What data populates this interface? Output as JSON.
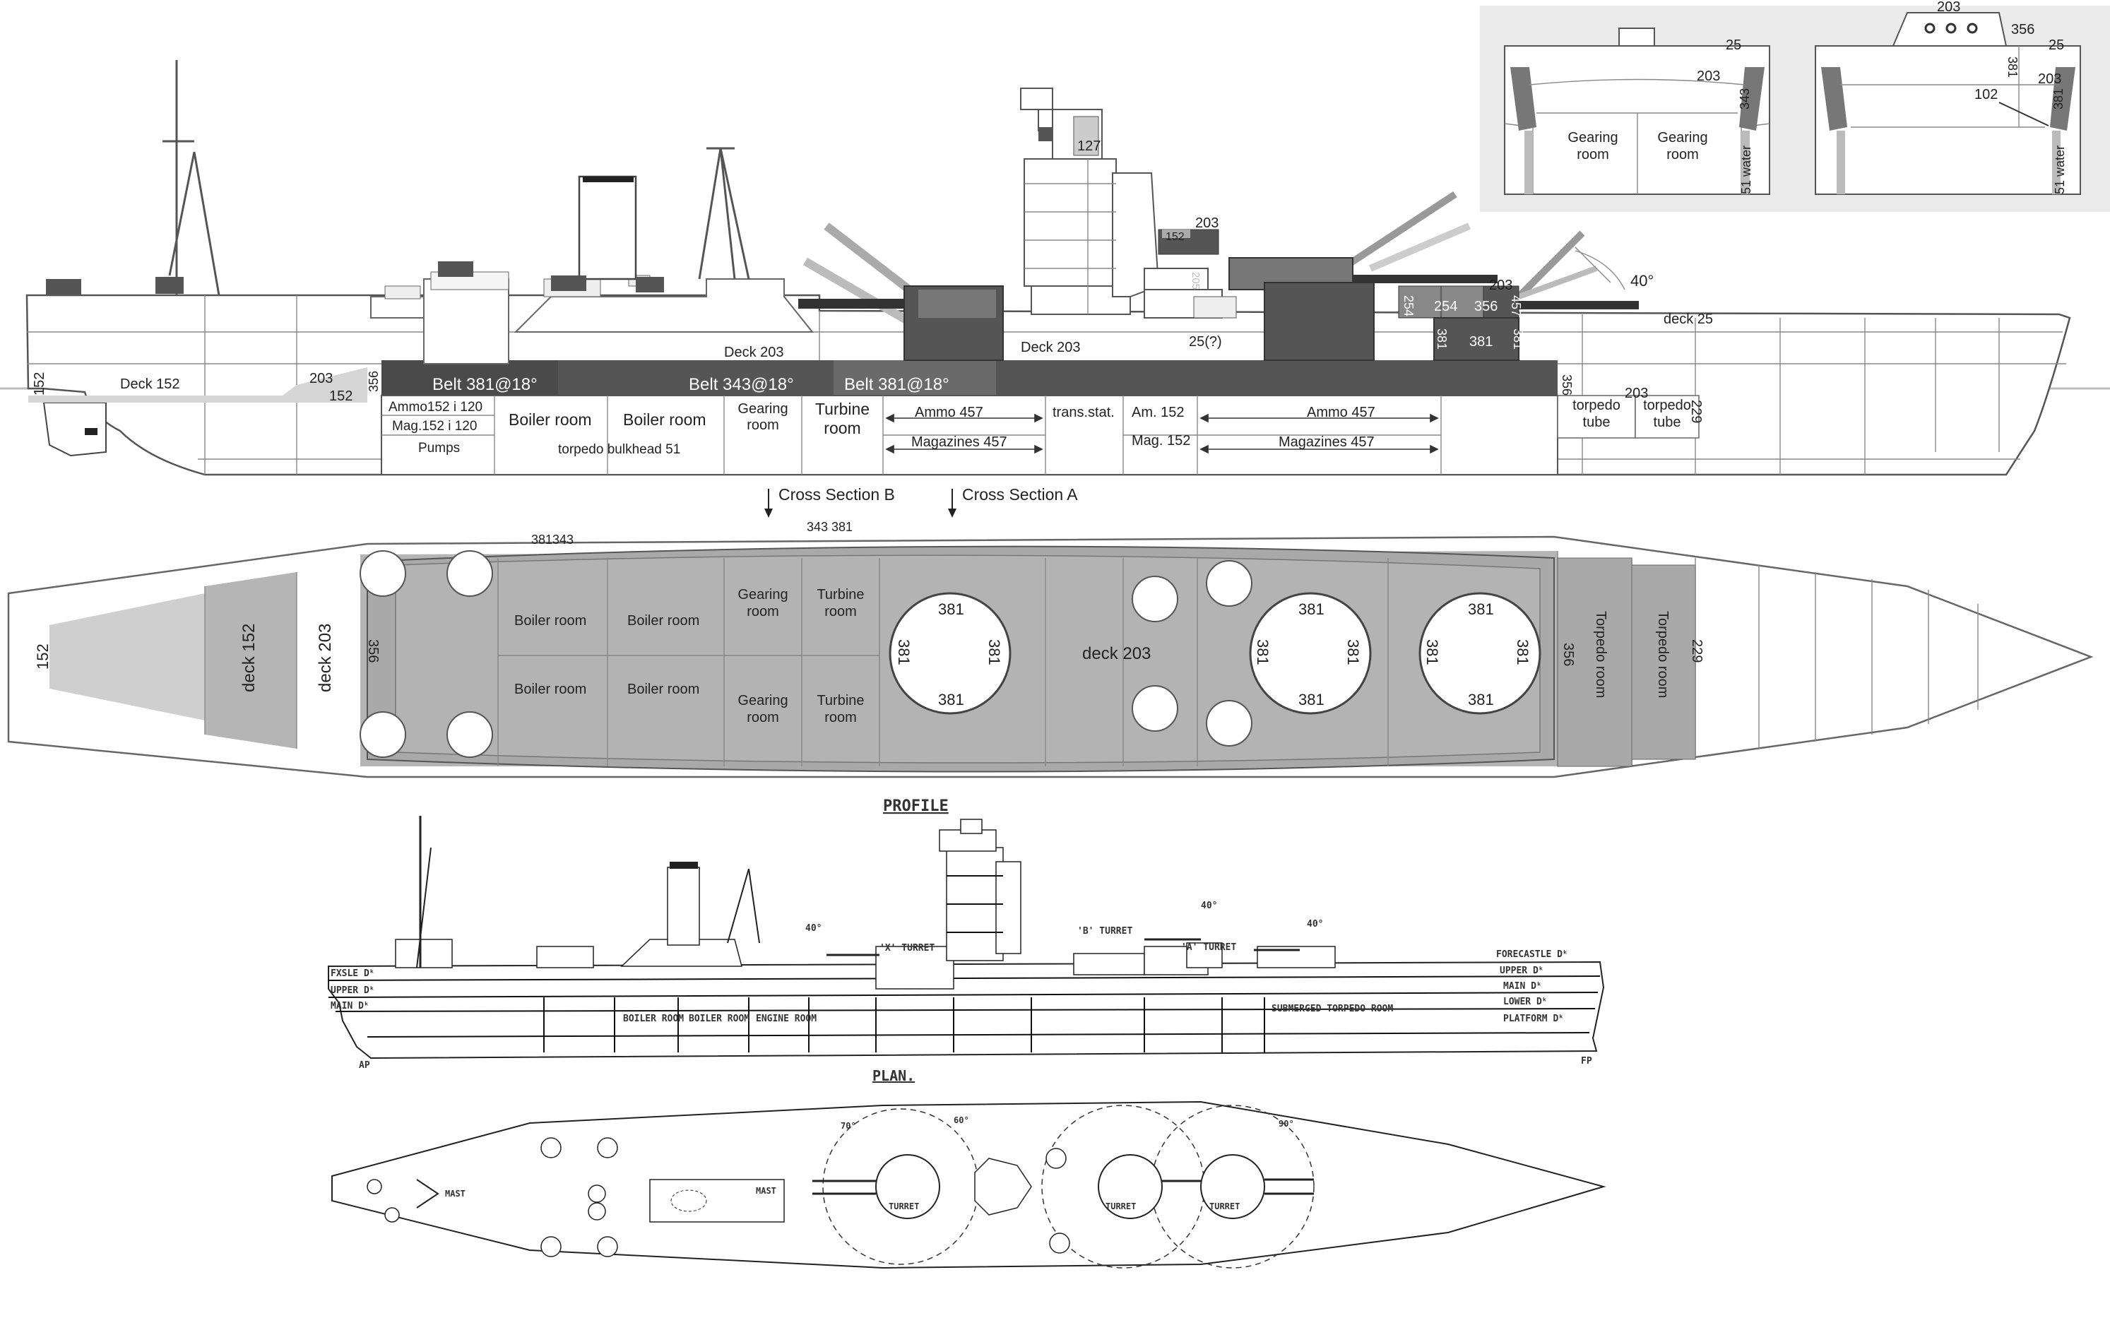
{
  "profile": {
    "deck_152": "Deck 152",
    "deck_203_left": "203",
    "deck_152_left": "152",
    "bow_152": "152",
    "deck_203_mid": "Deck 203",
    "deck_203_right": "Deck 203",
    "deck_25": "deck 25",
    "bulkhead_356_left": "356",
    "bulkhead_356_right": "356",
    "belt_1": "Belt 381@18°",
    "belt_2": "Belt 343@18°",
    "belt_3": "Belt 381@18°",
    "ammo_152_120": "Ammo152 i 120",
    "mag_152_120": "Mag.152 i 120",
    "pumps": "Pumps",
    "boiler_room_1": "Boiler room",
    "boiler_room_2": "Boiler room",
    "torpedo_bulkhead": "torpedo bulkhead 51",
    "gearing_room": "Gearing room",
    "turbine_room": "Turbine room",
    "ammo_457_a": "Ammo 457",
    "magazines_457_a": "Magazines 457",
    "trans_stat": "trans.stat.",
    "am_152": "Am. 152",
    "mag_152": "Mag. 152",
    "ammo_457_b": "Ammo 457",
    "magazines_457_b": "Magazines 457",
    "torpedo_tube_1": "torpedo tube",
    "torpedo_tube_2": "torpedo tube",
    "tt_203": "203",
    "tt_229": "229",
    "tower_127": "127",
    "dir_152": "152",
    "dir_356": "356",
    "dir_203": "203",
    "dir_205": "205",
    "val_25q": "25(?)",
    "turret_254a": "254",
    "turret_254b": "254",
    "turret_356": "356",
    "turret_203": "203",
    "turret_457": "457",
    "barbette_381a": "381",
    "barbette_381b": "381",
    "barbette_381c": "381",
    "elev_40": "40°",
    "cross_b": "Cross Section B",
    "cross_a": "Cross Section A"
  },
  "section_b": {
    "top": "25",
    "deck": "203",
    "side": "343",
    "room_1": "Gearing room",
    "room_2": "Gearing room",
    "water": "51 water"
  },
  "section_a": {
    "top": "203",
    "side_356": "356",
    "side_25": "25",
    "barbette": "381",
    "deck": "203",
    "inner": "102",
    "belt": "381",
    "water": "51 water"
  },
  "plan": {
    "bow_152": "152",
    "deck_152": "deck 152",
    "deck_203": "deck 203",
    "deck_203_mid": "deck 203",
    "b356_left": "356",
    "b356_right": "356",
    "b229": "229",
    "belt_381_343": "381343",
    "belt_343_381": "343 381",
    "boiler_1": "Boiler room",
    "boiler_2": "Boiler room",
    "boiler_3": "Boiler room",
    "boiler_4": "Boiler room",
    "gear_1": "Gearing room",
    "gear_2": "Gearing room",
    "turb_1": "Turbine room",
    "turb_2": "Turbine room",
    "torp_1": "Torpedo room",
    "torp_2": "Torpedo room",
    "barb": "381"
  },
  "sketch": {
    "title_profile": "PROFILE",
    "title_plan": "PLAN.",
    "x_turret": "'X' TURRET",
    "b_turret": "'B' TURRET",
    "a_turret": "'A' TURRET",
    "forecastle": "FORECASTLE Dᵏ",
    "upper": "UPPER Dᵏ",
    "main": "MAIN Dᵏ",
    "lower": "LOWER Dᵏ",
    "platform": "PLATFORM Dᵏ",
    "fxle": "FXSLE Dᵏ",
    "upper_l": "UPPER Dᵏ",
    "main_l": "MAIN Dᵏ",
    "boiler_room_s1": "BOILER ROOM",
    "boiler_room_s2": "BOILER ROOM",
    "engine_room": "ENGINE ROOM",
    "submerged": "SUBMERGED TORPEDO ROOM",
    "ap": "AP",
    "fp": "FP",
    "mast": "MAST",
    "mast2": "MAST",
    "turret_p1": "TURRET",
    "turret_p2": "TURRET",
    "turret_p3": "TURRET",
    "deg_40a": "40°",
    "deg_40b": "40°",
    "deg_40c": "40°",
    "deg_70": "70°",
    "deg_60": "60°",
    "deg_90": "90°"
  }
}
